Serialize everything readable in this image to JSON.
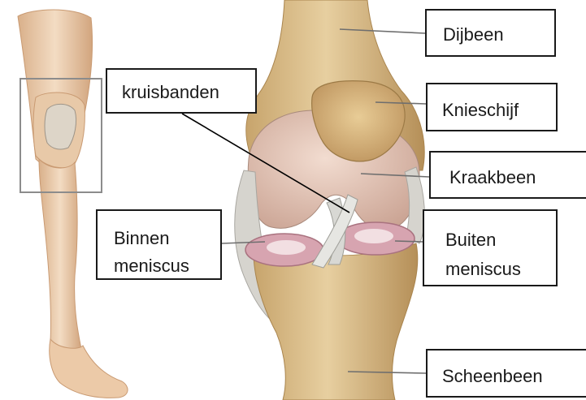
{
  "labels": {
    "dijbeen": "Dijbeen",
    "knieschijf": "Knieschijf",
    "kraakbeen": "Kraakbeen",
    "kruisbanden": "kruisbanden",
    "binnen_meniscus_line1": "Binnen",
    "binnen_meniscus_line2": "meniscus",
    "buiten_meniscus_line1": "Buiten",
    "buiten_meniscus_line2": "meniscus",
    "scheenbeen": "Scheenbeen"
  },
  "colors": {
    "bone": "#e2c896",
    "bone_shadow": "#b9935c",
    "skin": "#efd2b5",
    "cartilage": "#e3bfae",
    "ligament": "#d8d8d4",
    "meniscus": "#d7a4b0",
    "label_border": "#1a1a1a",
    "leader_line": "#6e6e6e",
    "inset_box": "#8c8c8c"
  }
}
